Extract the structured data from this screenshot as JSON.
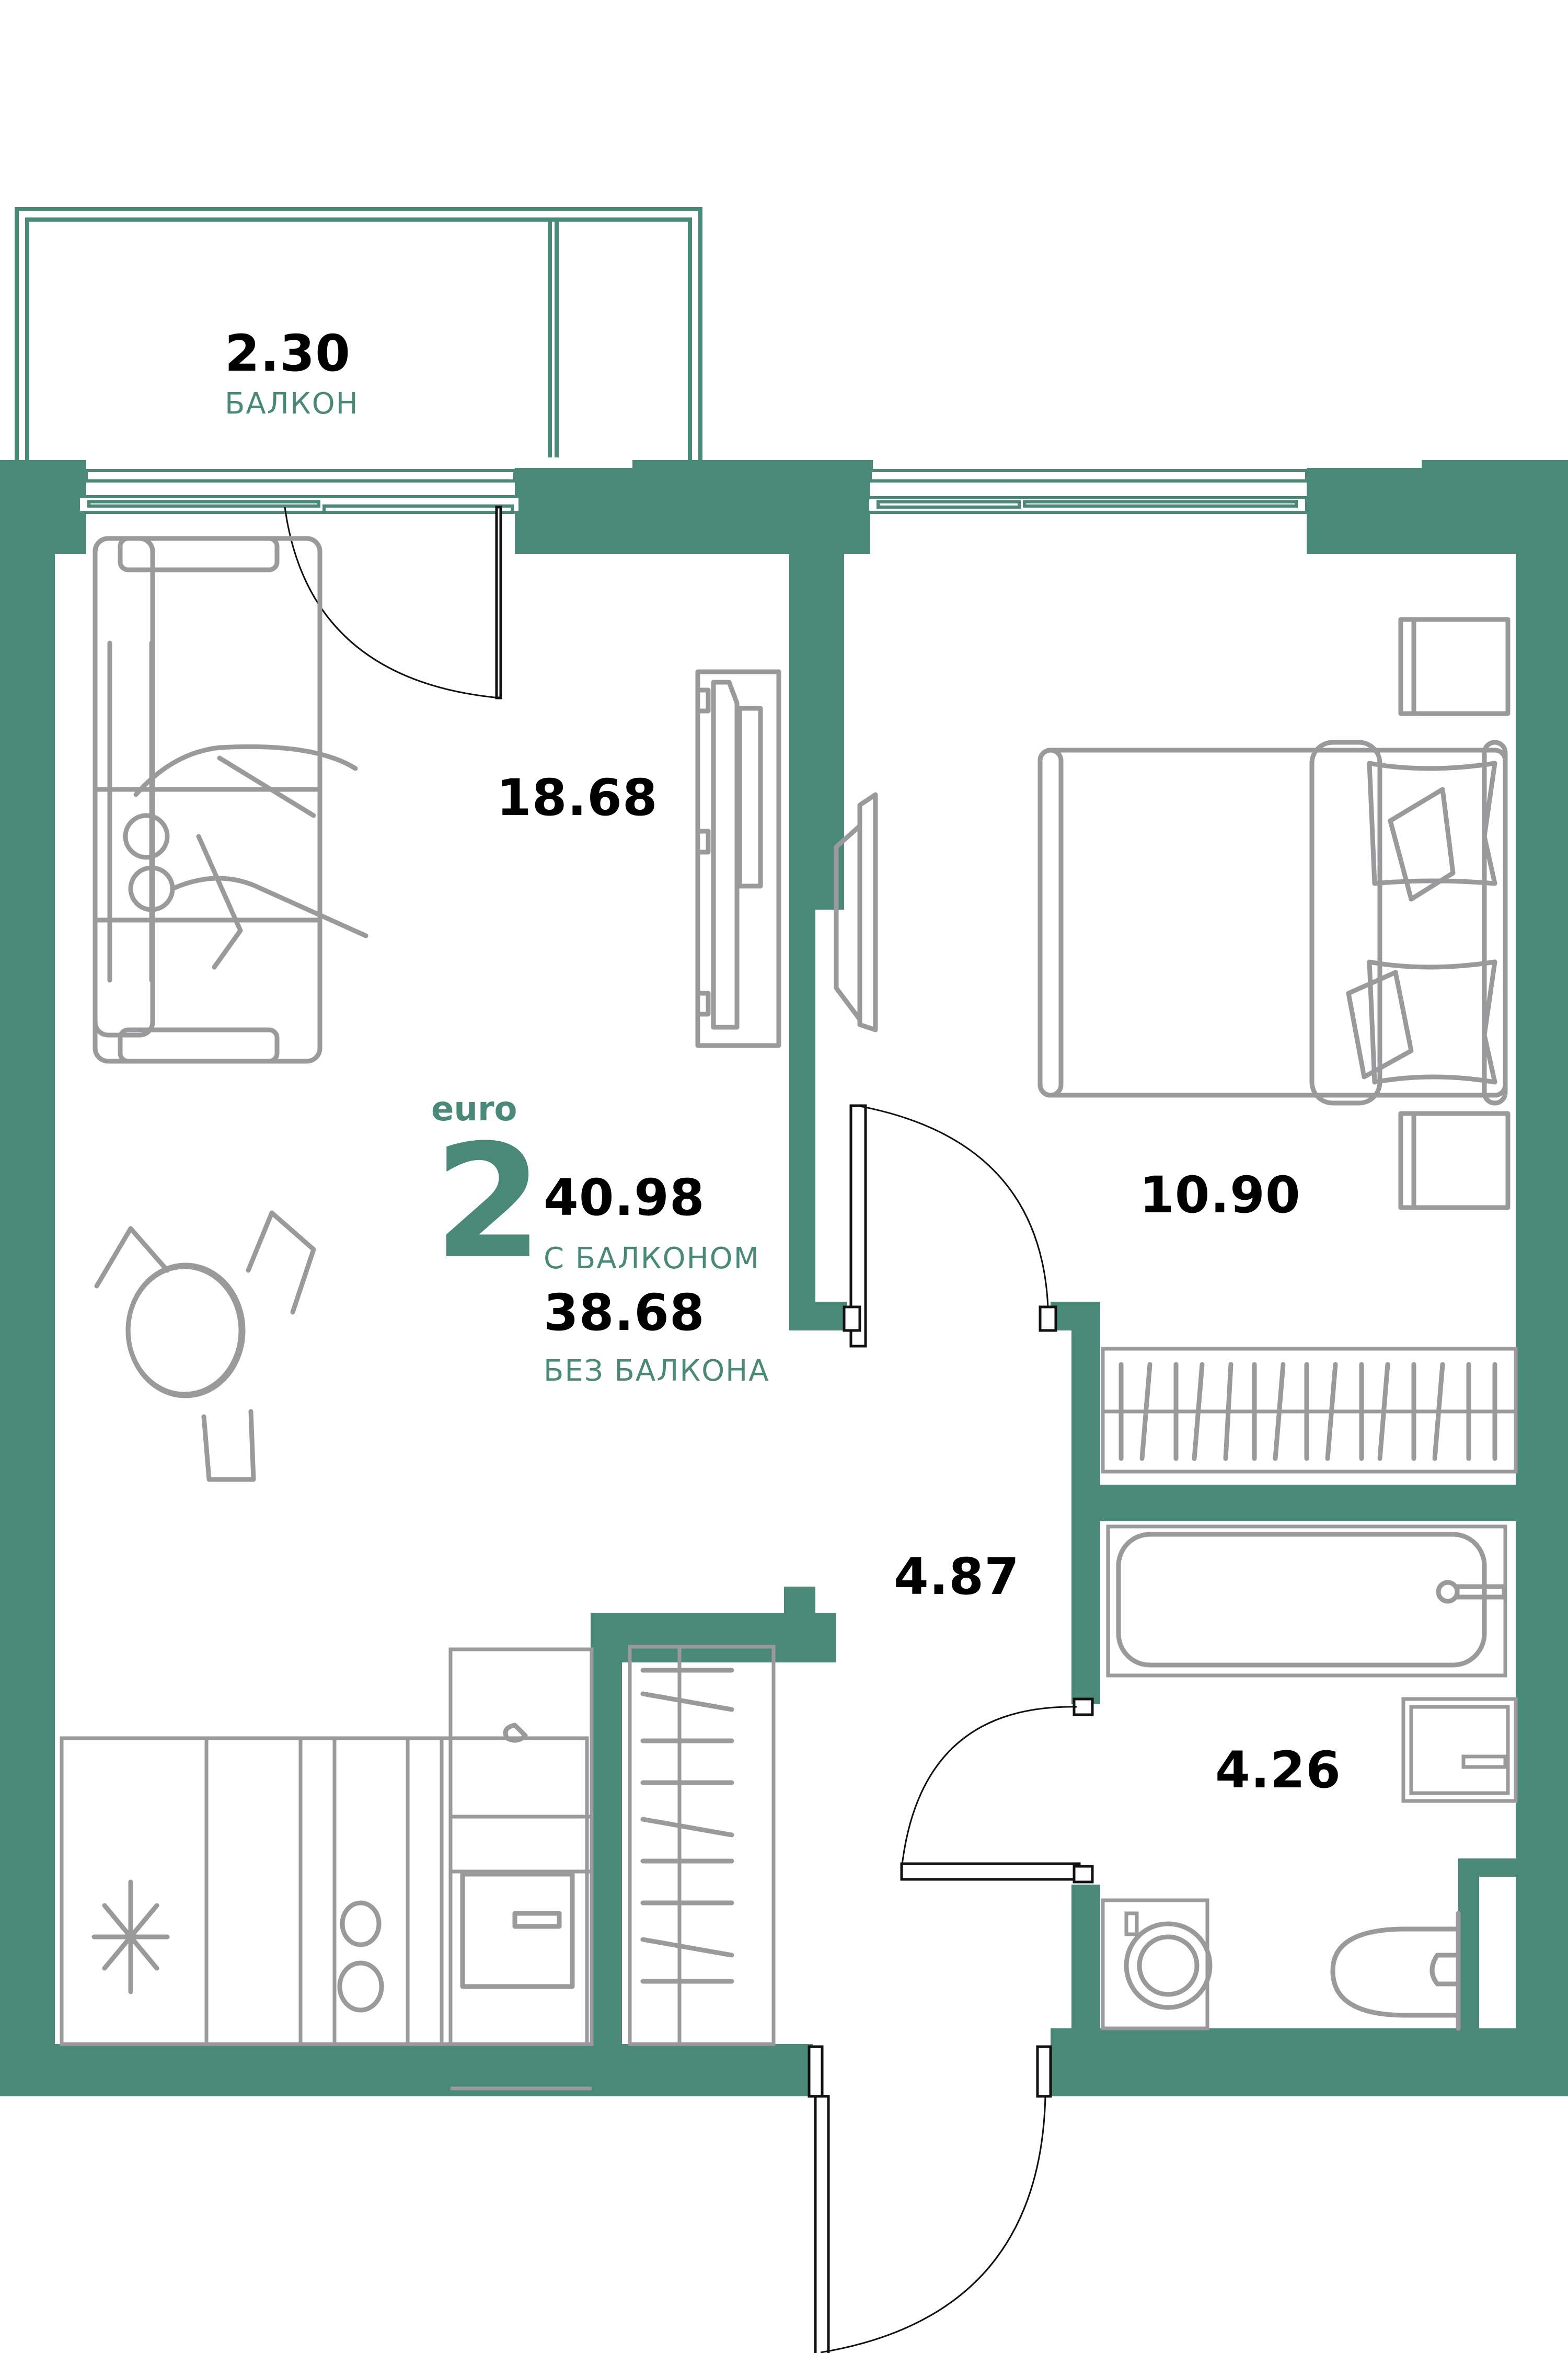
{
  "colors": {
    "wall": "#4a8877",
    "accent_text": "#4a8877",
    "furniture": "#9a9a9c",
    "area_text": "#000000"
  },
  "summary": {
    "type_label": "euro",
    "rooms_count": "2",
    "total_with_balcony": "40.98",
    "with_balcony_caption": "С БАЛКОНОМ",
    "total_without_balcony": "38.68",
    "without_balcony_caption": "БЕЗ БАЛКОНА"
  },
  "rooms": [
    {
      "id": "balcony",
      "area": "2.30",
      "caption": "БАЛКОН"
    },
    {
      "id": "living-kitchen",
      "area": "18.68"
    },
    {
      "id": "bedroom",
      "area": "10.90"
    },
    {
      "id": "hallway",
      "area": "4.87"
    },
    {
      "id": "bathroom",
      "area": "4.26"
    }
  ],
  "icons": {
    "sofa": "sofa-icon",
    "people": "people-on-sofa-icon",
    "tv_living": "tv-stand-icon",
    "tv_bedroom": "tv-icon",
    "bed": "double-bed-icon",
    "nightstand": "nightstand-icon",
    "dining": "round-table-with-chairs-icon",
    "fridge": "snowflake-icon",
    "stove": "stove-icon",
    "sink": "kitchen-sink-icon",
    "wardrobe": "wardrobe-icon",
    "bathtub": "bathtub-icon",
    "washbasin": "washbasin-icon",
    "toilet": "toilet-icon",
    "washer": "washing-machine-icon"
  }
}
